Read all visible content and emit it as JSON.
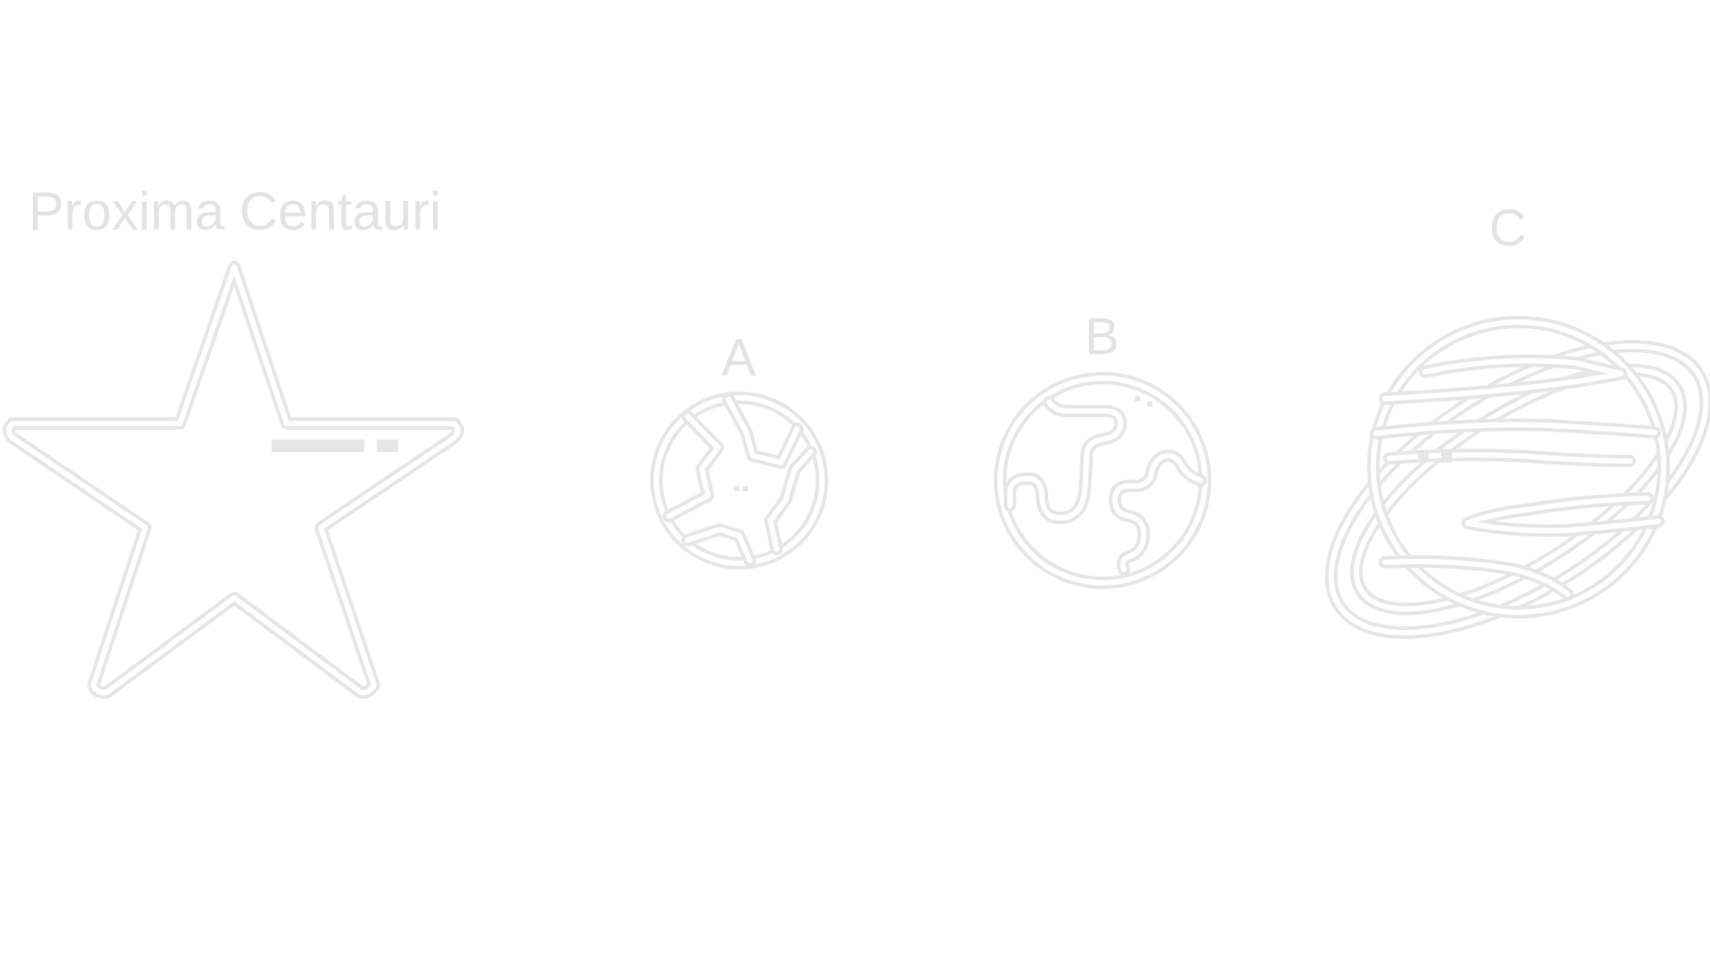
{
  "diagram": {
    "star": {
      "label": "Proxima Centauri",
      "icon": "star-icon"
    },
    "planets": [
      {
        "label": "A",
        "icon": "planet-a-icon"
      },
      {
        "label": "B",
        "icon": "planet-b-icon"
      },
      {
        "label": "C",
        "icon": "ringed-planet-icon"
      }
    ]
  },
  "colors": {
    "outline": "#e6e6e6",
    "label": "#e3e3e3",
    "background": "#ffffff"
  }
}
